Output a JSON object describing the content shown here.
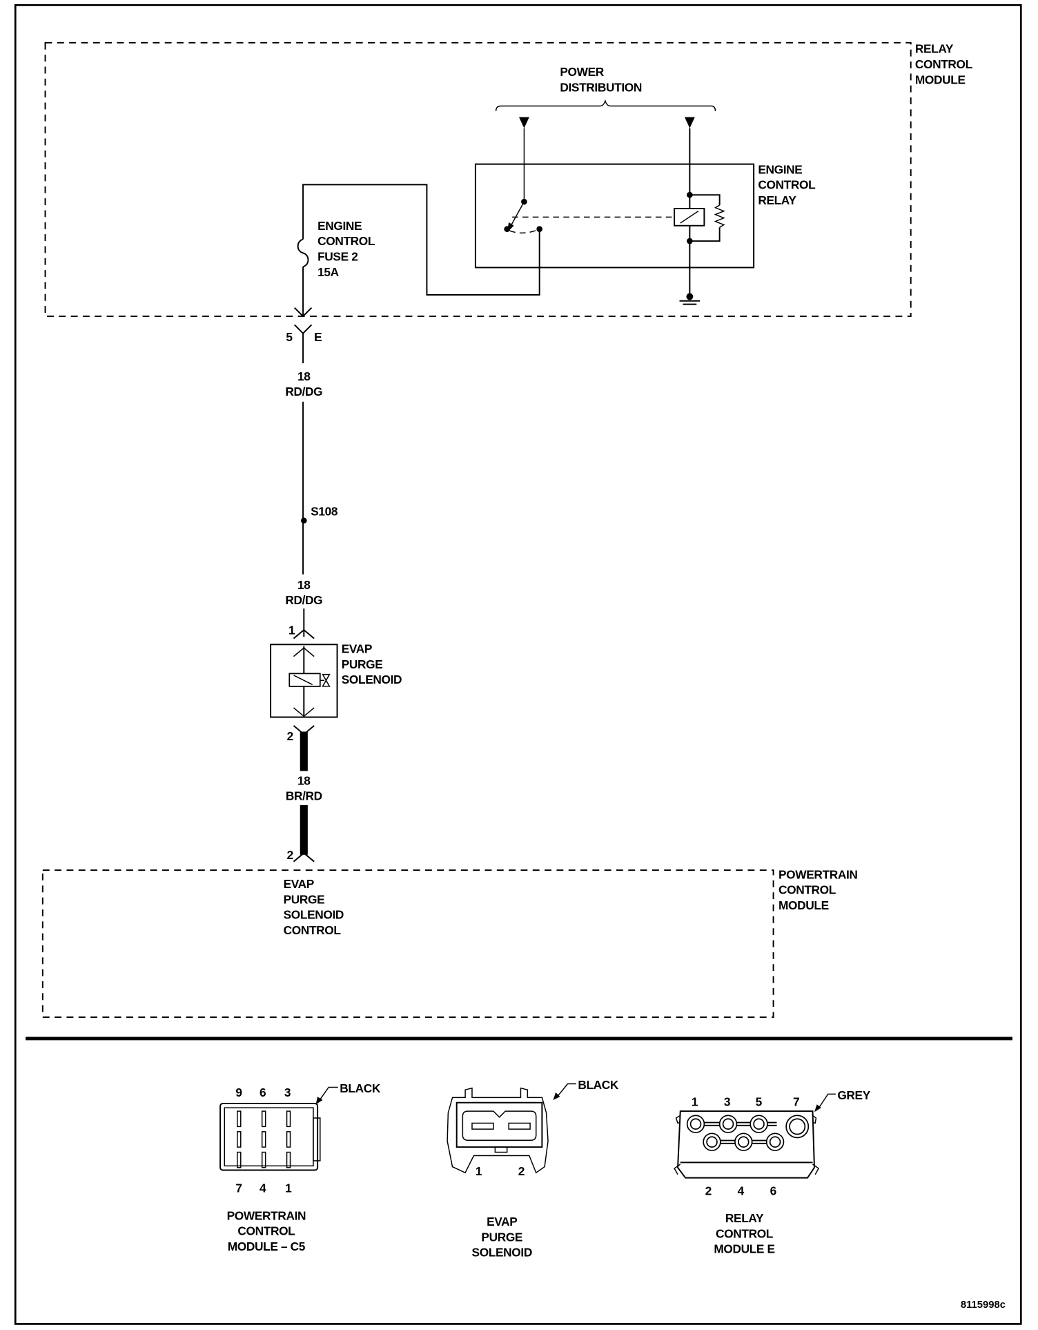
{
  "figure_code": "8115998c",
  "modules": {
    "relay_control_module": [
      "RELAY",
      "CONTROL",
      "MODULE"
    ],
    "powertrain_control_module": [
      "POWERTRAIN",
      "CONTROL",
      "MODULE"
    ]
  },
  "power_distribution": [
    "POWER",
    "DISTRIBUTION"
  ],
  "engine_control_relay": [
    "ENGINE",
    "CONTROL",
    "RELAY"
  ],
  "fuse": [
    "ENGINE",
    "CONTROL",
    "FUSE 2",
    "15A"
  ],
  "connector_rcm": {
    "pin": "5",
    "connector": "E"
  },
  "wire_upper": {
    "gauge": "18",
    "color": "RD/DG"
  },
  "splice": "S108",
  "wire_middle": {
    "gauge": "18",
    "color": "RD/DG"
  },
  "solenoid": {
    "label": [
      "EVAP",
      "PURGE",
      "SOLENOID"
    ],
    "pin_top": "1",
    "pin_bottom": "2"
  },
  "wire_lower": {
    "gauge": "18",
    "color": "BR/RD"
  },
  "pcm_pin": "2",
  "pcm_circuit": [
    "EVAP",
    "PURGE",
    "SOLENOID",
    "CONTROL"
  ],
  "connector_views": [
    {
      "name": [
        "POWERTRAIN",
        "CONTROL",
        "MODULE – C5"
      ],
      "color": "BLACK",
      "pins_top": [
        "9",
        "6",
        "3"
      ],
      "pins_bottom": [
        "7",
        "4",
        "1"
      ]
    },
    {
      "name": [
        "EVAP",
        "PURGE",
        "SOLENOID"
      ],
      "color": "BLACK",
      "pins_bottom": [
        "1",
        "2"
      ]
    },
    {
      "name": [
        "RELAY",
        "CONTROL",
        "MODULE E"
      ],
      "color": "GREY",
      "pins_top": [
        "1",
        "3",
        "5",
        "7"
      ],
      "pins_bottom": [
        "2",
        "4",
        "6"
      ]
    }
  ]
}
